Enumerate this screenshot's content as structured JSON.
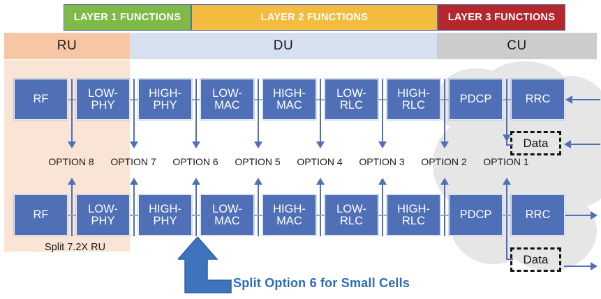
{
  "layer_bars": [
    {
      "label": "LAYER 1 FUNCTIONS",
      "color": "#7fba48"
    },
    {
      "label": "LAYER 2 FUNCTIONS",
      "color": "#f3bc3f"
    },
    {
      "label": "LAYER 3 FUNCTIONS",
      "color": "#b3272d"
    }
  ],
  "entity_bands": [
    {
      "label": "RU",
      "color": "#f7c6a5"
    },
    {
      "label": "DU",
      "color": "#d7e0f1"
    },
    {
      "label": "CU",
      "color": "#cccccc"
    }
  ],
  "blocks": [
    {
      "label": "RF"
    },
    {
      "label": "LOW-PHY"
    },
    {
      "label": "HIGH-PHY"
    },
    {
      "label": "LOW-MAC"
    },
    {
      "label": "HIGH-MAC"
    },
    {
      "label": "LOW-RLC"
    },
    {
      "label": "HIGH-RLC"
    },
    {
      "label": "PDCP"
    },
    {
      "label": "RRC"
    }
  ],
  "options": [
    {
      "label": "OPTION 8"
    },
    {
      "label": "OPTION 7"
    },
    {
      "label": "OPTION 6"
    },
    {
      "label": "OPTION 5"
    },
    {
      "label": "OPTION 4"
    },
    {
      "label": "OPTION 3"
    },
    {
      "label": "OPTION 2"
    },
    {
      "label": "OPTION 1"
    }
  ],
  "data_boxes": [
    {
      "label": "Data"
    },
    {
      "label": "Data"
    }
  ],
  "annotations": {
    "split_ru": "Split 7.2X RU",
    "callout": "Split Option 6 for Small Cells"
  },
  "colors": {
    "block_blue": "#4f70b7",
    "arrow_blue": "#4f70b7",
    "callout_blue": "#2e6bb8",
    "ru_band": "#f7c6a5",
    "du_band": "#d7e0f1",
    "cu_band": "#cccccc",
    "ru_column": "#fae4d5",
    "cloud": "#e6e6e6"
  }
}
